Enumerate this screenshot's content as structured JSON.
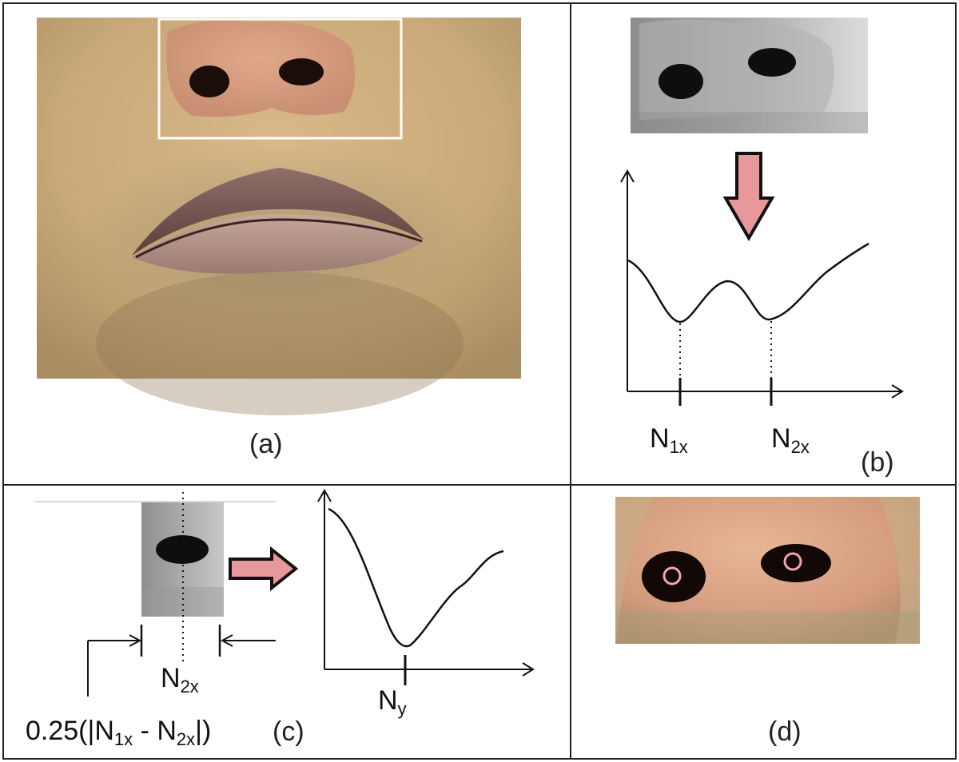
{
  "panels": {
    "a": {
      "label": "(a)"
    },
    "b": {
      "label": "(b)",
      "ticks": [
        {
          "main": "N",
          "sub": "1x"
        },
        {
          "main": "N",
          "sub": "2x"
        }
      ]
    },
    "c": {
      "label": "(c)",
      "column_label": {
        "main": "N",
        "sub": "2x"
      },
      "peak_label": {
        "main": "N",
        "sub": "y"
      },
      "width_formula": {
        "pre": "0.25(|N",
        "sub1": "1x",
        "mid": " - N",
        "sub2": "2x",
        "post": "|)"
      }
    },
    "d": {
      "label": "(d)"
    }
  },
  "colors": {
    "arrow_fill": "#e8979a",
    "arrow_stroke": "#111111",
    "nostril_marker": "#f2a6a6",
    "border": "#222222"
  }
}
